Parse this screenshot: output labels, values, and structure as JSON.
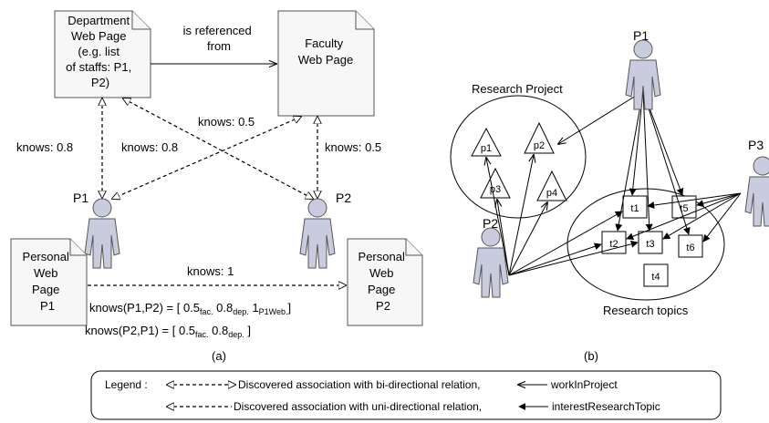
{
  "panel_a": {
    "dept_page": [
      "Department",
      "Web Page",
      "(e.g. list",
      "of staffs: P1,",
      "P2)"
    ],
    "faculty_page": [
      "Faculty",
      "Web Page"
    ],
    "referenced": [
      "is referenced",
      "from"
    ],
    "knows_left": "knows: 0.8",
    "knows_mid_left": "knows: 0.8",
    "knows_mid_right": "knows: 0.5",
    "knows_right": "knows: 0.5",
    "p1": "P1",
    "p2": "P2",
    "personal_p1": [
      "Personal",
      "Web",
      "Page",
      "P1"
    ],
    "personal_p2": [
      "Personal",
      "Web",
      "Page",
      "P2"
    ],
    "knows_bottom": "knows: 1",
    "formula1": {
      "prefix": "knows(P1,P2) = [ 0.5",
      "s1": "fac.",
      "m1": " 0.8",
      "s2": "dep.",
      "m2": " 1",
      "s3": "P1Web.",
      "end": "]"
    },
    "formula2": {
      "prefix": "knows(P2,P1) = [ 0.5",
      "s1": "fac.",
      "m1": " 0.8",
      "s2": "dep.",
      "end": " ]"
    },
    "caption": "(a)"
  },
  "panel_b": {
    "research_project": "Research Project",
    "research_topics": "Research topics",
    "p1": "P1",
    "p2": "P2",
    "p3": "P3",
    "projects": [
      "p1",
      "p2",
      "p3",
      "p4"
    ],
    "topics": [
      "t1",
      "t5",
      "t2",
      "t3",
      "t6",
      "t4"
    ],
    "caption": "(b)"
  },
  "legend": {
    "label": "Legend :",
    "bi_directional": "Discovered association with bi-directional relation,",
    "work_in_project": "workInProject",
    "uni_directional": "Discovered association with uni-directional relation,",
    "interest_topic": "interestResearchTopic"
  }
}
